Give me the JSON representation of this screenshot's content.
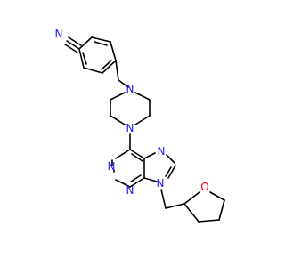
{
  "molecule": {
    "atoms": {
      "nitrile_n": "N",
      "piperazine_n1": "N",
      "piperazine_n2": "N",
      "imidazole_n7": "N",
      "pyrimidine_n1": "N",
      "pyrimidine_n3": "N",
      "imidazole_n9": "N",
      "thf_o": "O"
    },
    "colors": {
      "bond": "#000000",
      "nitrogen": "#1a1aff",
      "oxygen": "#ff0000",
      "background": "#ffffff"
    }
  }
}
